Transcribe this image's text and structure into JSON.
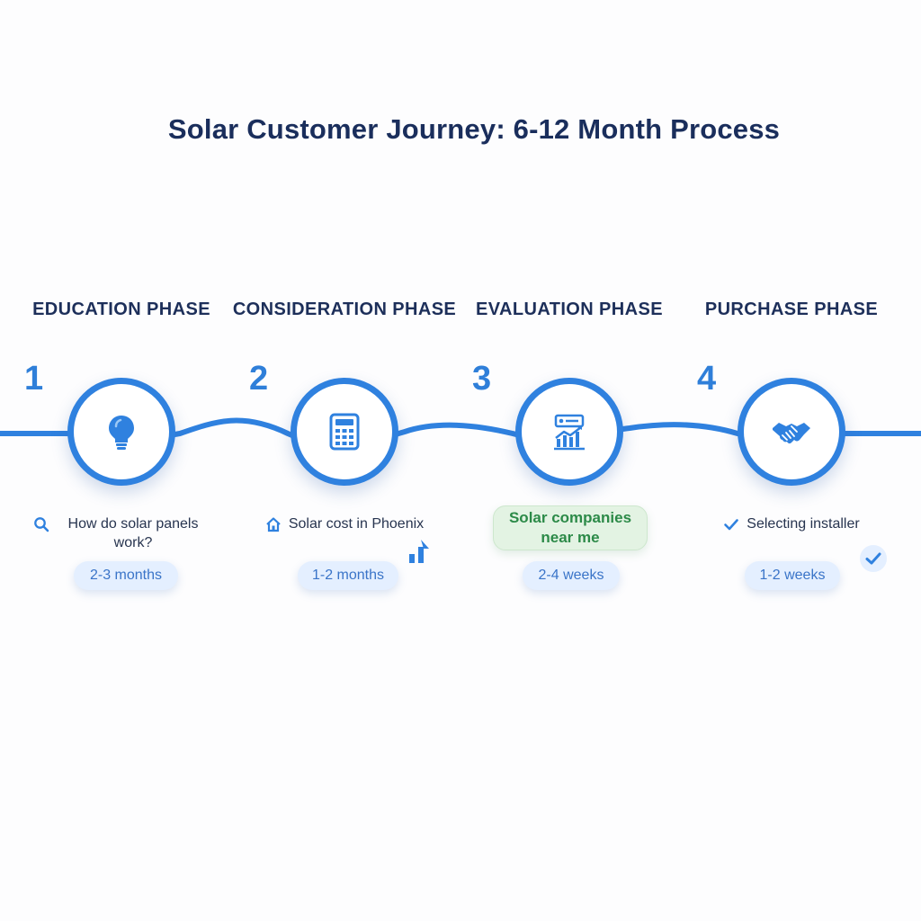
{
  "title": "Solar Customer Journey: 6-12 Month Process",
  "colors": {
    "accent": "#2f81df",
    "title": "#1a2e5c",
    "duration_pill_bg": "#e4efff",
    "highlight_bg": "#e3f3e3",
    "highlight_text": "#2c8a48"
  },
  "stages": [
    {
      "number": "1",
      "phase": "EDUCATION PHASE",
      "icon": "lightbulb-icon",
      "keyword_icon": "search-icon",
      "keyword": "How do solar panels work?",
      "duration": "2-3 months"
    },
    {
      "number": "2",
      "phase": "CONSIDERATION PHASE",
      "icon": "calculator-icon",
      "keyword_icon": "house-icon",
      "keyword": "Solar cost in Phoenix",
      "duration": "1-2 months",
      "extra_icon": "trend-up-arrow-icon"
    },
    {
      "number": "3",
      "phase": "EVALUATION PHASE",
      "icon": "comparison-chart-icon",
      "keyword": "Solar companies near me",
      "keyword_highlighted": true,
      "duration": "2-4 weeks"
    },
    {
      "number": "4",
      "phase": "PURCHASE PHASE",
      "icon": "handshake-icon",
      "keyword_icon": "checkmark-icon",
      "keyword": "Selecting installer",
      "duration": "1-2 weeks",
      "extra_icon": "check-circle-icon"
    }
  ]
}
